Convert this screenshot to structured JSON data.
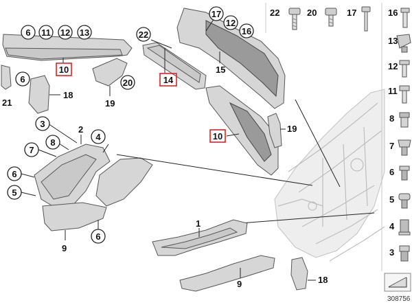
{
  "callouts": {
    "c6a": "6",
    "c11a": "11",
    "c12a": "12",
    "c13a": "13",
    "c10a": "10",
    "c6b": "6",
    "c21": "21",
    "c18a": "18",
    "c20b": "20",
    "c19a": "19",
    "c22a": "22",
    "c14": "14",
    "c17a": "17",
    "c12b": "12",
    "c16a": "16",
    "c15": "15",
    "c10b": "10",
    "c19b": "19",
    "c3": "3",
    "c2": "2",
    "c4": "4",
    "c7": "7",
    "c8": "8",
    "c6c": "6",
    "c5": "5",
    "c9a": "9",
    "c6d": "6",
    "c1": "1",
    "c9b": "9",
    "c18b": "18"
  },
  "fasteners_top": [
    {
      "num": "22",
      "icon": "hex-bolt-icon"
    },
    {
      "num": "20",
      "icon": "socket-bolt-icon"
    },
    {
      "num": "17",
      "icon": "long-bolt-icon"
    }
  ],
  "fasteners_column": [
    {
      "num": "16",
      "icon": "threaded-stud-icon"
    },
    {
      "num": "13",
      "icon": "clip-nut-icon"
    },
    {
      "num": "12",
      "icon": "flange-screw-icon"
    },
    {
      "num": "11",
      "icon": "hex-screw-icon"
    },
    {
      "num": "8",
      "icon": "expanding-rivet-icon"
    },
    {
      "num": "7",
      "icon": "spreader-nut-icon"
    },
    {
      "num": "6",
      "icon": "push-clip-icon"
    },
    {
      "num": "5",
      "icon": "body-nut-icon"
    },
    {
      "num": "4",
      "icon": "plug-icon"
    },
    {
      "num": "3",
      "icon": "cage-nut-icon"
    }
  ],
  "diagram_id": "308756"
}
